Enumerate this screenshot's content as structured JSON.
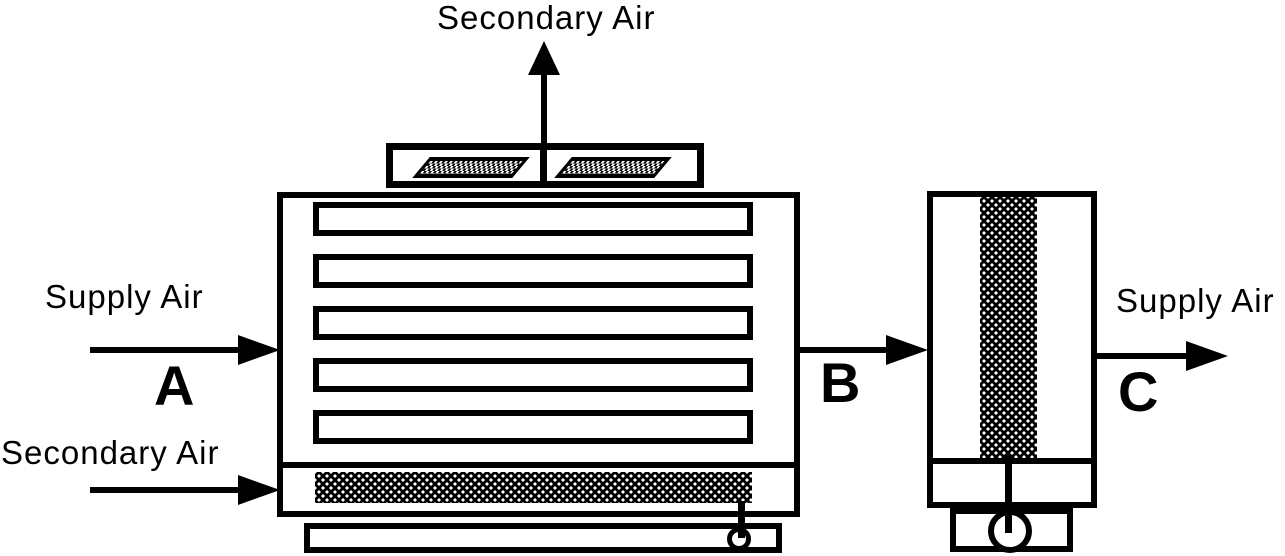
{
  "diagram": {
    "labels": {
      "secondary_air_top": "Secondary Air",
      "supply_air_in": "Supply Air",
      "point_a": "A",
      "secondary_air_in": "Secondary Air",
      "point_b": "B",
      "supply_air_out": "Supply Air",
      "point_c": "C"
    },
    "colors": {
      "ink": "#000000",
      "background": "#ffffff"
    }
  }
}
